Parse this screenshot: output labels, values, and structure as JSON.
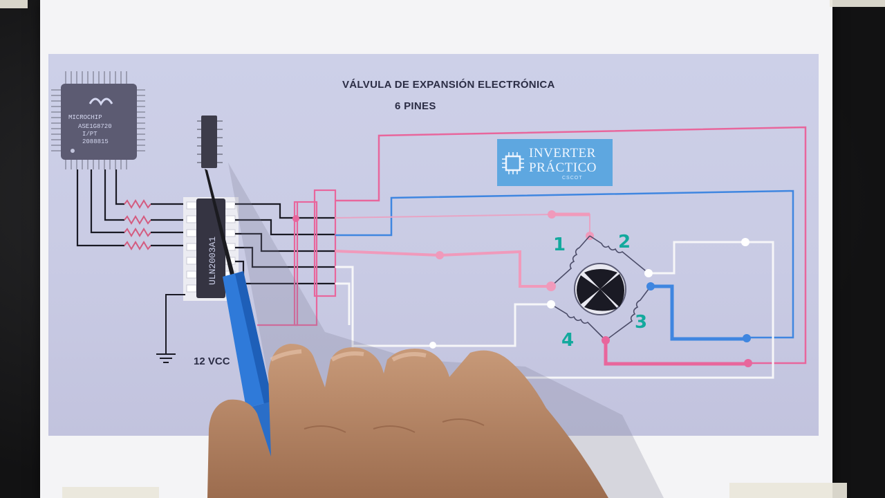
{
  "diagram": {
    "title": "VÁLVULA DE EXPANSIÓN ELECTRÓNICA",
    "subtitle": "6 PINES",
    "supply_label": "12 VCC",
    "coil_labels": [
      "1",
      "2",
      "3",
      "4"
    ]
  },
  "logo": {
    "line1": "INVERTER",
    "line2": "PRÁCTICO",
    "line3": "CSCOT"
  },
  "microcontroller": {
    "brand": "MICROCHIP",
    "line1": "ASE1G8720",
    "line2": "I/PT",
    "line3": "2088815"
  },
  "driver_ic": {
    "label": "ULN2003A1"
  },
  "colors": {
    "pink": "#e8669c",
    "blue": "#3f86e0",
    "white_wire": "#f6f6f8",
    "black_wire": "#1a1a24",
    "resistor": "#d45b7f",
    "teal": "#13a99d"
  }
}
